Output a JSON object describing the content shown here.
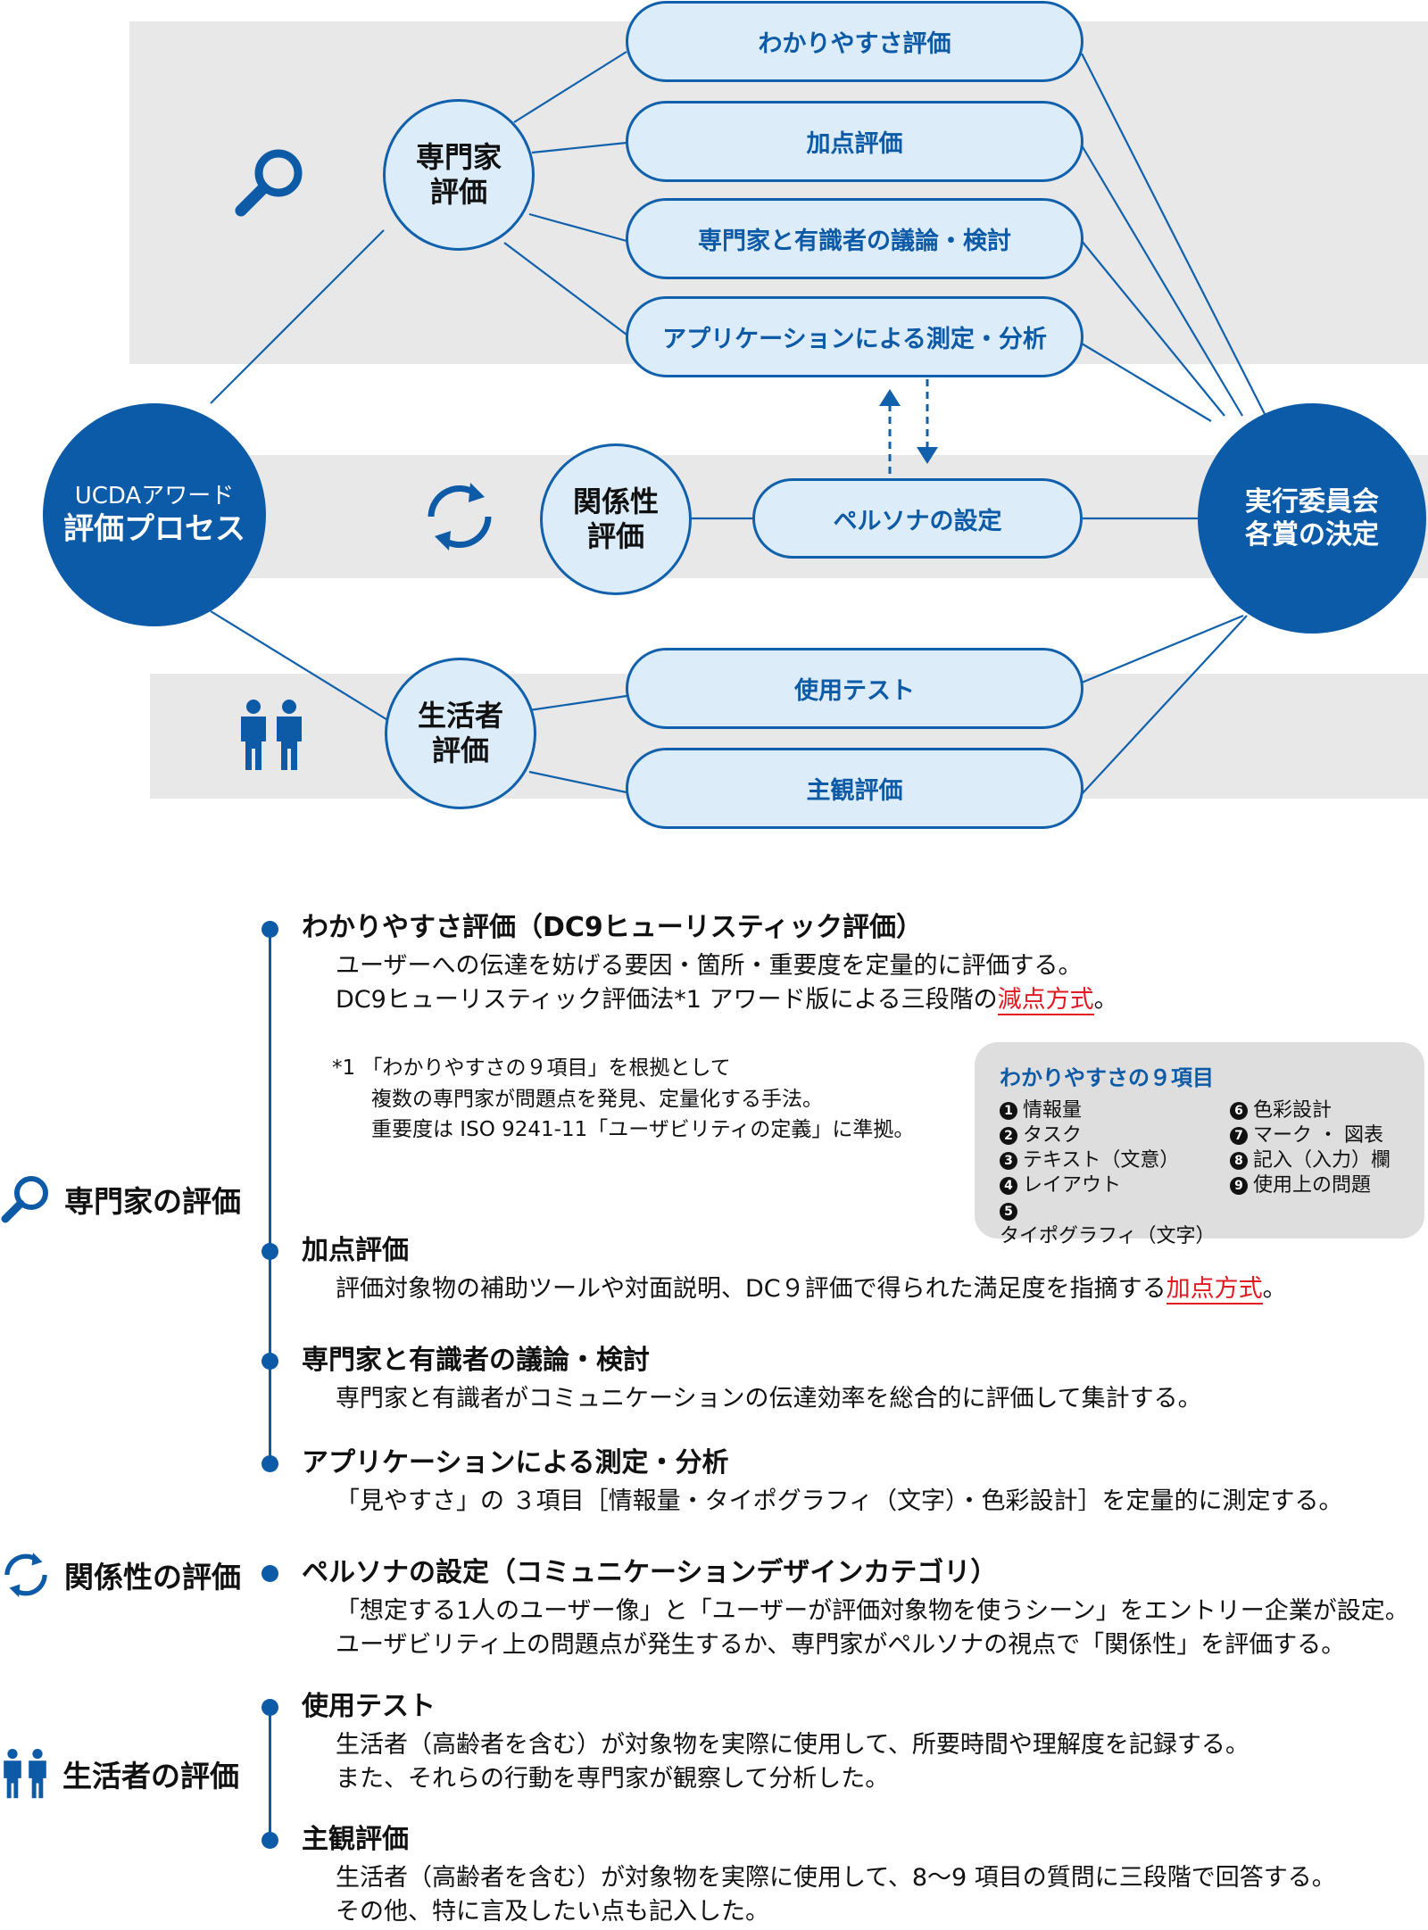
{
  "diagram": {
    "process_title_line1": "UCDAアワード",
    "process_title_line2": "評価プロセス",
    "decision_line1": "実行委員会",
    "decision_line2": "各賞の決定",
    "expert_node": [
      "専門家",
      "評価"
    ],
    "relation_node": [
      "関係性",
      "評価"
    ],
    "consumer_node": [
      "生活者",
      "評価"
    ],
    "pills": {
      "clarity": "わかりやすさ評価",
      "bonus": "加点評価",
      "discussion": "専門家と有識者の議論・検討",
      "app": "アプリケーションによる測定・分析",
      "persona": "ペルソナの設定",
      "usage": "使用テスト",
      "subjective": "主観評価"
    },
    "colors": {
      "primary": "#0b5ba8",
      "pill_fill": "#dcecf8",
      "band": "#e8e8e8",
      "highlight": "#e01b22"
    },
    "icons": [
      "magnifier-icon",
      "cycle-arrows-icon",
      "people-icon"
    ]
  },
  "sections": {
    "expert": "専門家の評価",
    "relation": "関係性の評価",
    "consumer": "生活者の評価"
  },
  "entries": {
    "clarity": {
      "title": "わかりやすさ評価（DC9ヒューリスティック評価）",
      "line1": "ユーザーへの伝達を妨げる要因・箇所・重要度を定量的に評価する。",
      "line2_pre": "DC9ヒューリスティック評価法*1 アワード版による三段階の",
      "line2_red": "減点方式",
      "line2_post": "。"
    },
    "footnote": {
      "line1": "*1 「わかりやすさの９項目」を根拠として",
      "line2": "複数の専門家が問題点を発見、定量化する手法。",
      "line3": "重要度は ISO 9241-11「ユーザビリティの定義」に準拠。"
    },
    "nine_items": {
      "title": "わかりやすさの９項目",
      "items": [
        {
          "no": "1",
          "label": "情報量"
        },
        {
          "no": "2",
          "label": "タスク"
        },
        {
          "no": "3",
          "label": "テキスト（文意）"
        },
        {
          "no": "4",
          "label": "レイアウト"
        },
        {
          "no": "5",
          "label": "タイポグラフィ（文字）"
        },
        {
          "no": "6",
          "label": "色彩設計"
        },
        {
          "no": "7",
          "label": "マーク ・ 図表"
        },
        {
          "no": "8",
          "label": "記入（入力）欄"
        },
        {
          "no": "9",
          "label": "使用上の問題"
        }
      ]
    },
    "bonus": {
      "title": "加点評価",
      "line1_pre": "評価対象物の補助ツールや対面説明、DC９評価で得られた満足度を指摘する",
      "line1_red": "加点方式",
      "line1_post": "。"
    },
    "discussion": {
      "title": "専門家と有識者の議論・検討",
      "line1": "専門家と有識者がコミュニケーションの伝達効率を総合的に評価して集計する。"
    },
    "app": {
      "title": "アプリケーションによる測定・分析",
      "line1": "「見やすさ」の ３項目［情報量・タイポグラフィ（文字）・色彩設計］を定量的に測定する。"
    },
    "persona": {
      "title": "ペルソナの設定（コミュニケーションデザインカテゴリ）",
      "line1": "「想定する1人のユーザー像」と「ユーザーが評価対象物を使うシーン」をエントリー企業が設定。",
      "line2": "ユーザビリティ上の問題点が発生するか、専門家がペルソナの視点で「関係性」を評価する。"
    },
    "usage": {
      "title": "使用テスト",
      "line1": "生活者（高齢者を含む）が対象物を実際に使用して、所要時間や理解度を記録する。",
      "line2": "また、それらの行動を専門家が観察して分析した。"
    },
    "subjective": {
      "title": "主観評価",
      "line1": "生活者（高齢者を含む）が対象物を実際に使用して、8～9 項目の質問に三段階で回答する。",
      "line2": "その他、特に言及したい点も記入した。"
    }
  }
}
